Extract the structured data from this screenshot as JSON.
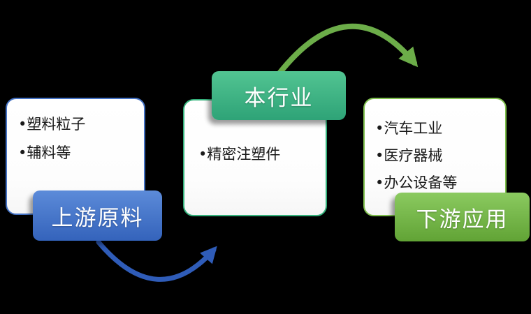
{
  "diagram": {
    "title_semantic": "industry-chain-flow",
    "boxes": {
      "upstream": {
        "label": "上游原料",
        "items": [
          "•塑料粒子",
          "•辅料等"
        ]
      },
      "industry": {
        "label": "本行业",
        "items": [
          "•精密注塑件"
        ]
      },
      "downstream": {
        "label": "下游应用",
        "items": [
          "•汽车工业",
          "•医疗器械",
          "•办公设备等"
        ]
      }
    },
    "colors": {
      "background": "#000000",
      "card_fill": "#ffffff",
      "text_dark": "#1a1a1a",
      "label_text": "#ffffff",
      "upstream_border": "#4472c4",
      "upstream_label_top": "#5c8bd9",
      "upstream_label_bottom": "#3463bb",
      "industry_border": "#35b27c",
      "industry_label_top": "#52c492",
      "industry_label_bottom": "#2ea377",
      "downstream_border": "#7fbf4d",
      "downstream_label_top": "#8bca60",
      "downstream_label_bottom": "#61a335",
      "arrow_green": "#6cad49",
      "arrow_blue": "#2f5cb8"
    }
  }
}
